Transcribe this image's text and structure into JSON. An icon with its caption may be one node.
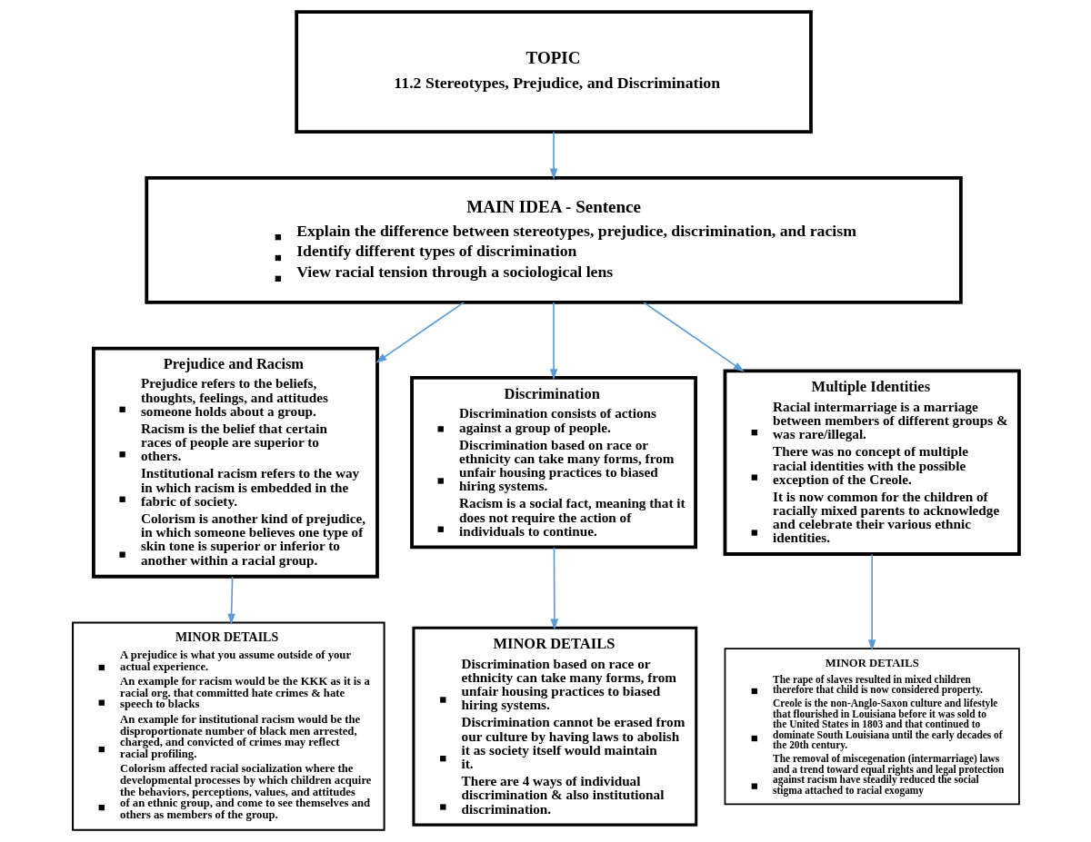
{
  "diagram": {
    "nodes": [
      {
        "text": [
          "TOPIC",
          "11.2 Stereotypes, Prejudice, and Discrimination"
        ]
      },
      {
        "text": [
          "MAIN IDEA - Sentence",
          "Explain the difference between stereotypes, prejudice, discrimination, and racism",
          "Identify different types of discrimination",
          "View racial tension through a sociological lens"
        ]
      },
      {
        "text": [
          "Prejudice and Racism",
          "Prejudice refers to the beliefs, thoughts, feelings, and attitudes someone holds about a group.",
          "Racism is the belief that certain races of people are superior to others.",
          "Institutional racism refers to the way in which racism is embedded in the fabric of society.",
          "Colorism is another kind of prejudice, in which someone believes one type of skin tone is superior or inferior to another within a racial group."
        ]
      },
      {
        "text": [
          "Discrimination",
          "Discrimination consists of actions against a group of people.",
          "Discrimination based on race or ethnicity can take many forms, from unfair housing practices to biased hiring systems.",
          "Racism is a social fact, meaning that it does not require the action of individuals to continue."
        ]
      },
      {
        "text": [
          "Multiple Identities",
          "Racial intermarriage is a marriage between members of different groups & was rare/illegal.",
          "There was no concept of multiple racial identities with the possible exception of the Creole.",
          "It is now common for the children of racially mixed parents to acknowledge and celebrate their various ethnic identities."
        ]
      },
      {
        "text": [
          "MINOR DETAILS",
          "A prejudice is what you assume outside of your actual experience.",
          "An example for racism would be the KKK as it is a racial org. that committed hate crimes & hate speech to blacks",
          "An example for institutional racism would be the disproportionate number of black men arrested, charged, and convicted of crimes may reflect racial profiling.",
          "Colorism affected racial socialization where the developmental processes by which children acquire the behaviors, perceptions, values, and attitudes of an ethnic group, and come to see themselves and others as members of the group."
        ]
      },
      {
        "text": [
          "MINOR DETAILS",
          "Discrimination based on race or ethnicity can take many forms, from unfair housing practices to biased hiring systems.",
          "Discrimination cannot be erased from our culture by having laws to abolish it as society itself would maintain it.",
          "There are 4 ways of individual discrimination & also institutional discrimination."
        ]
      },
      {
        "text": [
          "MINOR DETAILS",
          "The rape of slaves resulted in mixed children therefore that child is now considered property.",
          "Creole is the non-Anglo-Saxon culture and lifestyle that flourished in Louisiana before it was sold to the United States in 1803 and that continued to dominate South Louisiana until the early decades of the 20th century.",
          "The removal of miscegenation (intermarriage) laws and a trend toward equal rights and legal protection against racism have steadily reduced the social stigma attached to racial exogamy"
        ]
      }
    ],
    "edges": [
      {
        "from": 0,
        "to": 1,
        "arrow": "to"
      },
      {
        "from": 1,
        "to": 2,
        "arrow": "to"
      },
      {
        "from": 1,
        "to": 3,
        "arrow": "to"
      },
      {
        "from": 1,
        "to": 4,
        "arrow": "to"
      },
      {
        "from": 2,
        "to": 5,
        "arrow": "to"
      },
      {
        "from": 3,
        "to": 6,
        "arrow": "to"
      },
      {
        "from": 4,
        "to": 7,
        "arrow": "to"
      }
    ]
  }
}
